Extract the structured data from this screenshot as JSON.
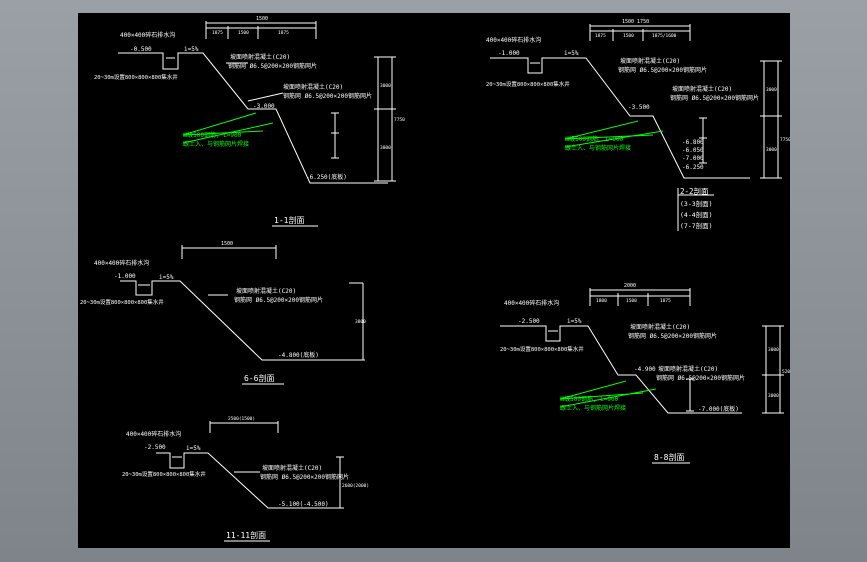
{
  "drawing": {
    "colors": {
      "background": "#000000",
      "lines": "#ffffff",
      "annotation": "#00ff00",
      "frame": "#8a8f95"
    },
    "common": {
      "ditch_note": "400×400碎石排水沟",
      "drain_note": "20~30m设置800×800×800集水井",
      "slope_ratio": "i=5%",
      "surface_note_1": "坡面喷射混凝土(C20)",
      "surface_note_2": "钢筋网 Ø6.5@200×200钢筋网片",
      "nail_note_1": "Ⅲ级500钢筋, L=900",
      "nail_note_2": "跟土入、与钢筋网片焊接"
    },
    "sections": [
      {
        "id": "1-1",
        "title": "1-1剖面",
        "top_level": "-0.500",
        "berm_level": "-3.000",
        "bottom_level": "-6.250(底板)",
        "top_width": "1500",
        "top_segments": [
          "1875",
          "1500",
          "1875"
        ],
        "heights": [
          "3000",
          "3000"
        ],
        "total_height": "7750",
        "extra_levels": []
      },
      {
        "id": "2-2",
        "title": "2-2剖面",
        "top_level": "-1.000",
        "berm_level": "-3.500",
        "bottom_level": "-6.250",
        "top_width": "1500 1750",
        "top_segments": [
          "1875",
          "1500",
          "1875/1600"
        ],
        "heights": [
          "3000",
          "3000"
        ],
        "total_height": "7750",
        "extra_levels": [
          "-6.800",
          "-6.050",
          "-7.000",
          "-6.250"
        ],
        "legend": [
          "(3-3剖面)",
          "(4-4剖面)",
          "(7-7剖面)"
        ]
      },
      {
        "id": "6-6",
        "title": "6-6剖面",
        "top_level": "-1.000",
        "berm_level": "",
        "bottom_level": "-4.800(底板)",
        "top_width": "1500",
        "top_segments": [],
        "heights": [
          "3800"
        ],
        "total_height": "",
        "extra_levels": []
      },
      {
        "id": "8-8",
        "title": "8-8剖面",
        "top_level": "-2.500",
        "berm_level": "-4.900",
        "bottom_level": "-7.000(底板)",
        "top_width": "2000",
        "top_segments": [
          "1800",
          "1500",
          "1875"
        ],
        "heights": [
          "3000",
          "3000"
        ],
        "total_height": "5200",
        "extra_levels": []
      },
      {
        "id": "11-11",
        "title": "11-11剖面",
        "top_level": "-2.500",
        "berm_level": "",
        "bottom_level": "-5.100(-4.500)",
        "top_width": "2500(1500)",
        "top_segments": [],
        "heights": [
          "2600(2000)"
        ],
        "total_height": "",
        "extra_levels": []
      }
    ]
  }
}
